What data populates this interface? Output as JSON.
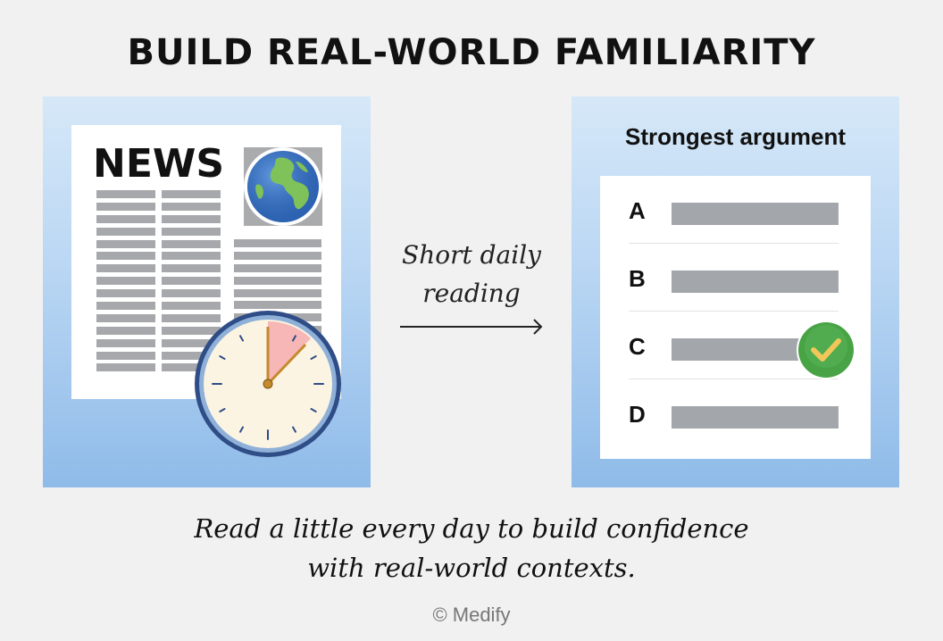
{
  "title": "BUILD REAL-WORLD FAMILIARITY",
  "left_panel": {
    "newspaper_title": "NEWS",
    "icons": [
      "globe-icon",
      "clock-icon"
    ]
  },
  "arrow": {
    "line1": "Short daily",
    "line2": "reading"
  },
  "right_panel": {
    "title": "Strongest argument",
    "options": [
      {
        "letter": "A",
        "correct": false
      },
      {
        "letter": "B",
        "correct": false
      },
      {
        "letter": "C",
        "correct": true
      },
      {
        "letter": "D",
        "correct": false
      }
    ],
    "check_icon": "checkmark-icon"
  },
  "caption": {
    "line1": "Read a little every day to build confidence",
    "line2": "with real-world contexts."
  },
  "copyright": "© Medify",
  "colors": {
    "background": "#f1f1f1",
    "panel_top": "#d6e8f8",
    "panel_bottom": "#8fbbe9",
    "text_line_gray": "#a6a8ab",
    "clock_face": "#fbf4e2",
    "clock_rim": "#2f4d86",
    "clock_wedge": "#f6b7b6",
    "globe_ocean": "#2d66b8",
    "globe_land": "#7fc25a",
    "check_green": "#48a345",
    "check_mark": "#f1c75a"
  }
}
